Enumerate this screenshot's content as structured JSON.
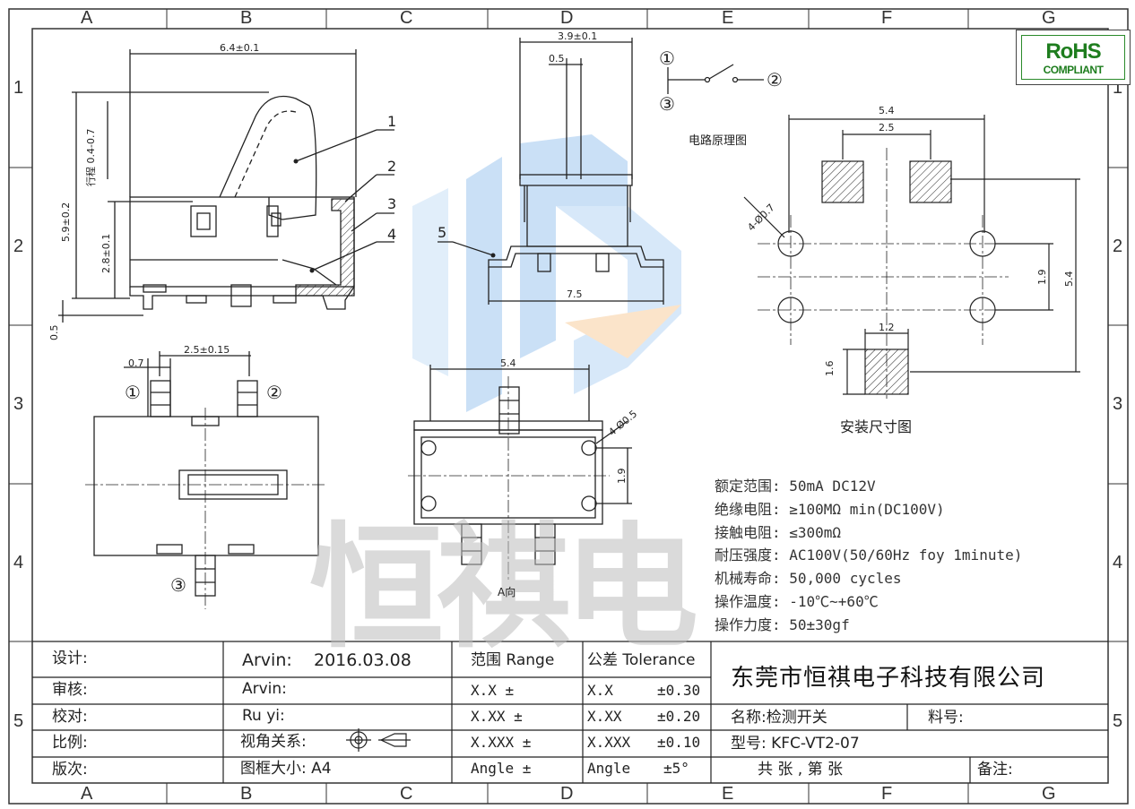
{
  "grid": {
    "columns": [
      "A",
      "B",
      "C",
      "D",
      "E",
      "F",
      "G"
    ],
    "rows": [
      "1",
      "2",
      "3",
      "4",
      "5"
    ]
  },
  "rohs": {
    "line1": "RoHS",
    "line2": "COMPLIANT"
  },
  "side_view": {
    "width_dim": "6.4±0.1",
    "travel_dim": "行程 0.4-0.7",
    "height_dim": "5.9±0.2",
    "body_dim": "2.8±0.1",
    "base_dim": "0.5",
    "callouts": [
      "1",
      "2",
      "3",
      "4"
    ]
  },
  "front_view": {
    "top_dim": "3.9±0.1",
    "lever_dim": "0.5",
    "width_dim": "7.5",
    "callout": "5"
  },
  "circuit": {
    "pin1": "①",
    "pin2": "②",
    "pin3": "③",
    "caption": "电路原理图"
  },
  "footprint": {
    "outer_dim": "5.4",
    "inner_dim": "2.5",
    "hole_dim": "4-Ø0.7",
    "pitch_dim": "1.9",
    "height_dim": "5.4",
    "pad_w": "1.2",
    "pad_h": "1.6",
    "caption": "安装尺寸图"
  },
  "bottom_view": {
    "pin_dim": "0.7",
    "pitch_dim": "2.5±0.15",
    "pin1": "①",
    "pin2": "②",
    "pin3": "③"
  },
  "view_a": {
    "width_dim": "5.4",
    "hole_dim": "4-Ø0.5",
    "pitch_dim": "1.9",
    "caption": "A向"
  },
  "specs": [
    "额定范围: 50mA DC12V",
    "绝缘电阻: ≥100MΩ min(DC100V)",
    "接触电阻: ≤300mΩ",
    "耐压强度: AC100V(50/60Hz  foy  1minute)",
    "机械寿命: 50,000 cycles",
    "操作温度: -10℃~+60℃",
    "操作力度: 50±30gf"
  ],
  "watermark": "恒祺电",
  "title_block": {
    "labels": [
      "设计:",
      "审核:",
      "校对:",
      "比例:",
      "版次:"
    ],
    "design": {
      "name": "Arvin:",
      "date": "2016.03.08"
    },
    "check": "Arvin:",
    "proof": "Ru yi:",
    "projection": "视角关系:",
    "frame": "图框大小: A4",
    "range_header": "范围 Range",
    "tol_header": "公差 Tolerance",
    "range_rows": [
      "X.X    ±",
      "X.XX    ±",
      "X.XXX  ±",
      "Angle  ±"
    ],
    "tol_rows": [
      "X.X",
      "X.XX",
      "X.XXX",
      "Angle"
    ],
    "tol_vals": [
      "±0.30",
      "±0.20",
      "±0.10",
      "±5°"
    ],
    "company": "东莞市恒祺电子科技有限公司",
    "part_name": "名称:检测开关",
    "material": "料号:",
    "model": "型号: KFC-VT2-07",
    "sheet": "共   张 , 第   张",
    "remark": "备注:"
  }
}
